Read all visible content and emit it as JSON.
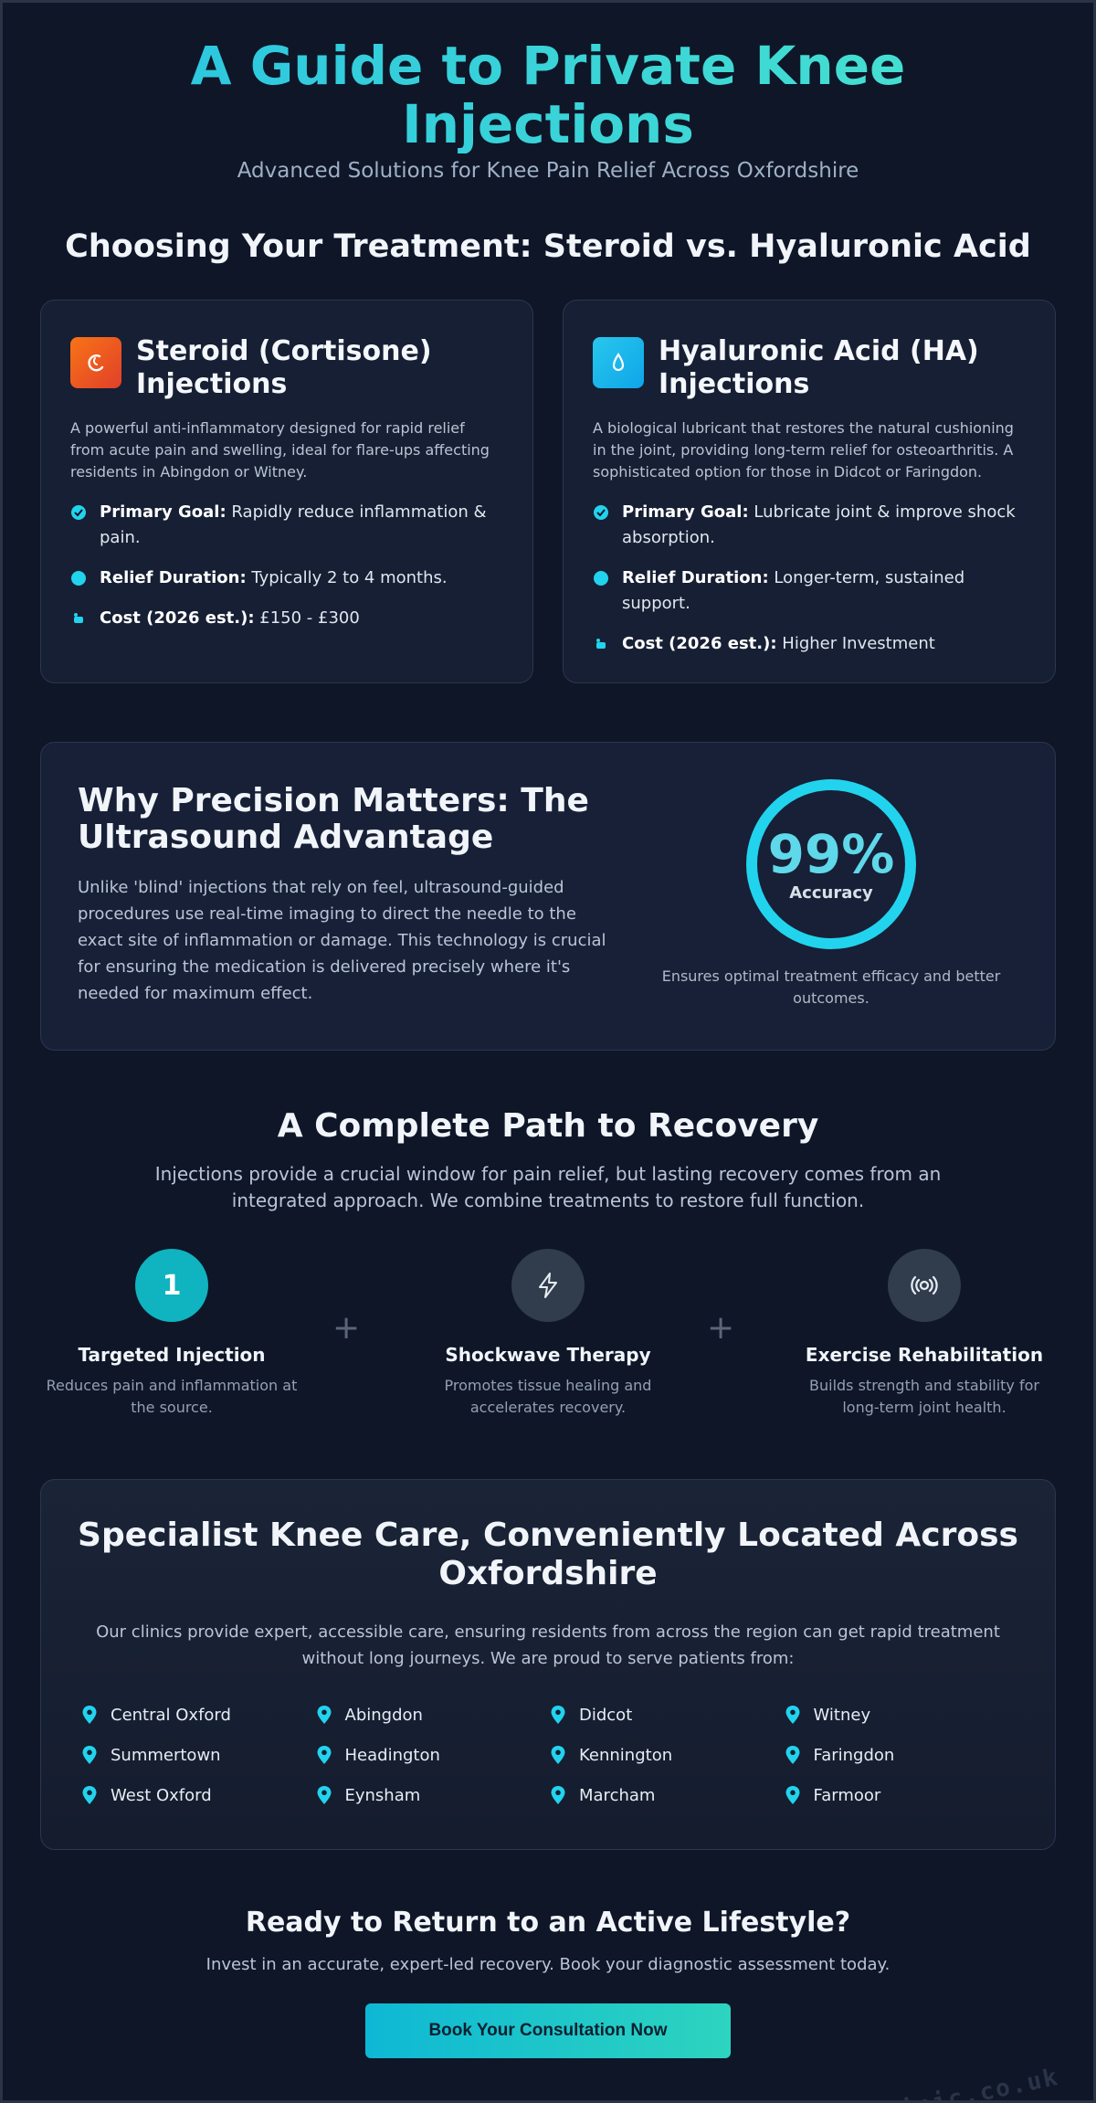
{
  "hero": {
    "title": "A Guide to Private Knee Injections",
    "subtitle": "Advanced Solutions for Knee Pain Relief Across Oxfordshire"
  },
  "treatment": {
    "title": "Choosing Your Treatment: Steroid vs. Hyaluronic Acid",
    "cards": [
      {
        "icon": "flare-icon",
        "title": "Steroid (Cortisone) Injections",
        "desc": "A powerful anti-inflammatory designed for rapid relief from acute pain and swelling, ideal for flare-ups affecting residents in Abingdon or Witney.",
        "features": [
          {
            "label": "Primary Goal:",
            "value": "Rapidly reduce inflammation & pain."
          },
          {
            "label": "Relief Duration:",
            "value": "Typically 2 to 4 months."
          },
          {
            "label": "Cost (2026 est.):",
            "value": "£150 - £300"
          }
        ]
      },
      {
        "icon": "droplet-icon",
        "title": "Hyaluronic Acid (HA) Injections",
        "desc": "A biological lubricant that restores the natural cushioning in the joint, providing long-term relief for osteoarthritis. A sophisticated option for those in Didcot or Faringdon.",
        "features": [
          {
            "label": "Primary Goal:",
            "value": "Lubricate joint & improve shock absorption."
          },
          {
            "label": "Relief Duration:",
            "value": "Longer-term, sustained support."
          },
          {
            "label": "Cost (2026 est.):",
            "value": "Higher Investment"
          }
        ]
      }
    ]
  },
  "precision": {
    "title": "Why Precision Matters: The Ultrasound Advantage",
    "body": "Unlike 'blind' injections that rely on feel, ultrasound-guided procedures use real-time imaging to direct the needle to the exact site of inflammation or damage. This technology is crucial for ensuring the medication is delivered precisely where it's needed for maximum effect.",
    "stat_value": "99%",
    "stat_label": "Accuracy",
    "stat_note": "Ensures optimal treatment efficacy and better outcomes."
  },
  "recovery": {
    "title": "A Complete Path to Recovery",
    "intro": "Injections provide a crucial window for pain relief, but lasting recovery comes from an integrated approach. We combine treatments to restore full function.",
    "steps": [
      {
        "badge": "1",
        "name": "Targeted Injection",
        "desc": "Reduces pain and inflammation at the source."
      },
      {
        "icon": "lightning-icon",
        "name": "Shockwave Therapy",
        "desc": "Promotes tissue healing and accelerates recovery."
      },
      {
        "icon": "broadcast-icon",
        "name": "Exercise Rehabilitation",
        "desc": "Builds strength and stability for long-term joint health."
      }
    ],
    "separator": "+"
  },
  "locations": {
    "title": "Specialist Knee Care, Conveniently Located Across Oxfordshire",
    "body": "Our clinics provide expert, accessible care, ensuring residents from across the region can get rapid treatment without long journeys. We are proud to serve patients from:",
    "places": [
      "Central Oxford",
      "Abingdon",
      "Didcot",
      "Witney",
      "Summertown",
      "Headington",
      "Kennington",
      "Faringdon",
      "West Oxford",
      "Eynsham",
      "Marcham",
      "Farmoor"
    ]
  },
  "cta": {
    "title": "Ready to Return to an Active Lifestyle?",
    "body": "Invest in an accurate, expert-led recovery. Book your diagnostic assessment today.",
    "button": "Book Your Consultation Now"
  },
  "watermark": "https://gbclinic.co.uk",
  "colors": {
    "accent": "#22d3ee",
    "background": "#0e1628",
    "card": "#161f33"
  }
}
